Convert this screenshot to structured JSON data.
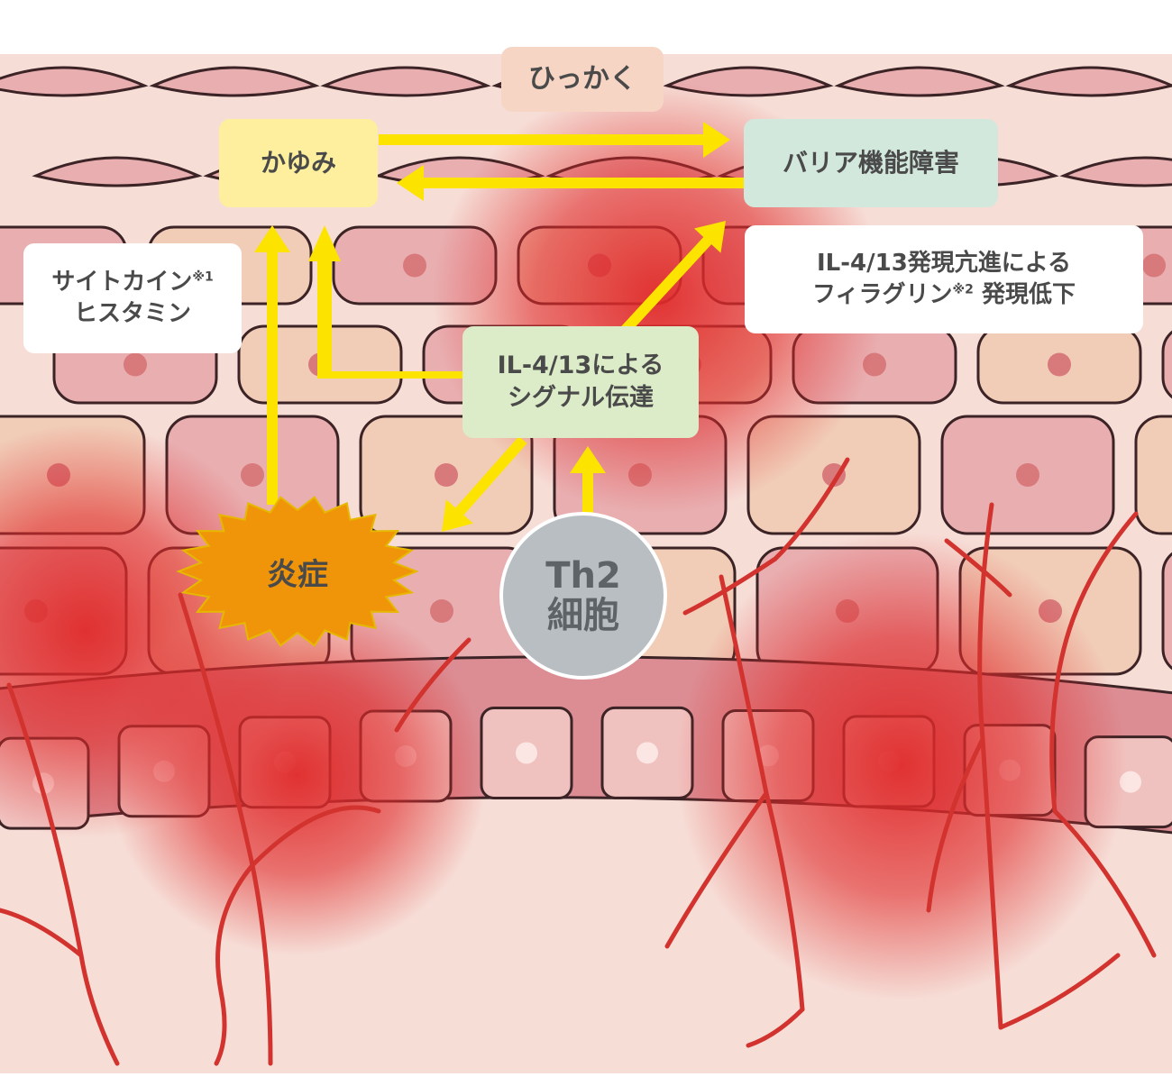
{
  "labels": {
    "scratch": "ひっかく",
    "itch": "かゆみ",
    "barrier": "バリア機能障害",
    "cytokine_line1": "サイトカイン",
    "cytokine_note": "※1",
    "cytokine_line2": "ヒスタミン",
    "filaggrin_line1": "IL-4/13発現亢進による",
    "filaggrin_line2_a": "フィラグリン",
    "filaggrin_note": "※2",
    "filaggrin_line2_b": " 発現低下",
    "signal_line1": "IL-4/13による",
    "signal_line2": "シグナル伝達",
    "inflammation": "炎症",
    "th2_line1": "Th2",
    "th2_line2": "細胞"
  },
  "colors": {
    "skin_base": "#f6ddd6",
    "cell_outline": "#3b2326",
    "cell_fill_pink": "#e9aeb0",
    "cell_fill_beige": "#f1cdb8",
    "nucleus": "#d87a7c",
    "inflammation_red": "#e02a2a",
    "vessel": "#d2332e",
    "arrow_yellow": "#fde300",
    "burst_orange": "#f0940a",
    "th2_gray": "#b8bec2"
  }
}
